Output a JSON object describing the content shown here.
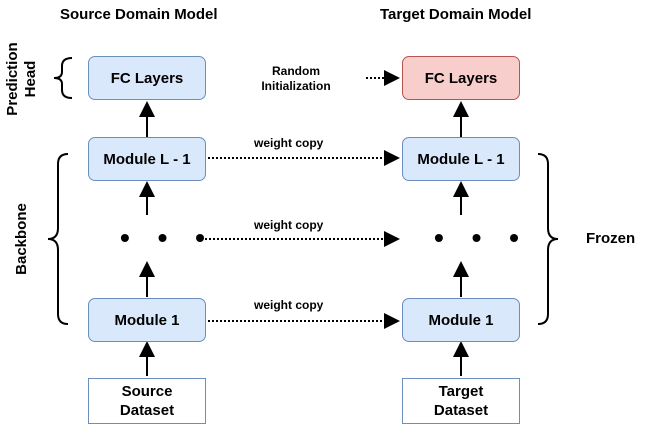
{
  "titles": {
    "source": "Source Domain Model",
    "target": "Target Domain Model"
  },
  "source_model": {
    "fc": "FC Layers",
    "module_top": "Module L - 1",
    "dots": "• • •",
    "module_bottom": "Module 1",
    "dataset": "Source\nDataset"
  },
  "target_model": {
    "fc": "FC Layers",
    "module_top": "Module L - 1",
    "dots": "• • •",
    "module_bottom": "Module 1",
    "dataset": "Target\nDataset"
  },
  "edges": {
    "random_init": "Random\nInitialization",
    "weight_copy_1": "weight copy",
    "weight_copy_2": "weight copy",
    "weight_copy_3": "weight copy"
  },
  "side_labels": {
    "prediction_head": "Prediction\nHead",
    "backbone": "Backbone",
    "frozen": "Frozen"
  },
  "colors": {
    "module_fill": "#dae8fc",
    "module_border": "#6c8ebf",
    "fc_target_fill": "#f8cecc",
    "fc_target_border": "#b85450"
  }
}
